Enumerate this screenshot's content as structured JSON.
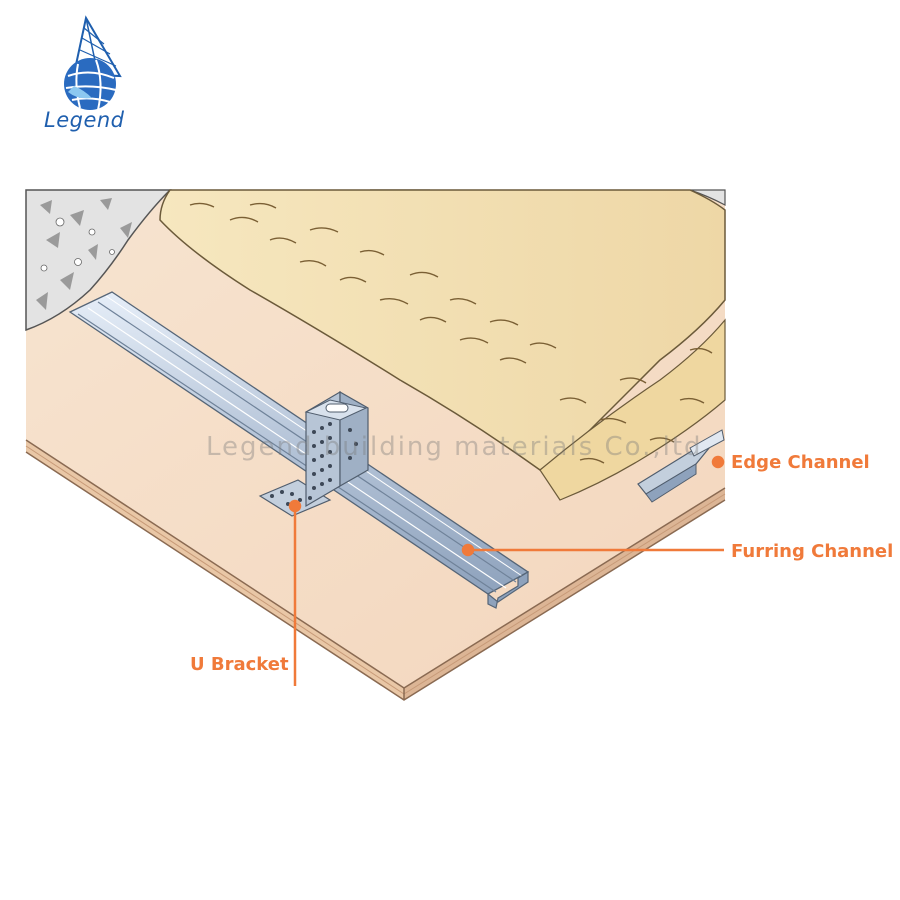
{
  "brand": {
    "name": "Legend",
    "logo_icon": "sailboat-globe-icon",
    "color": "#1f5fae"
  },
  "watermark": "Legend building materials Co.,ltd",
  "labels": {
    "edge_channel": "Edge Channel",
    "furring_channel": "Furring Channel",
    "u_bracket": "U Bracket"
  },
  "colors": {
    "callout": "#f07a3a",
    "board": "#f5dcc4",
    "insulation": "#f3e2b6",
    "concrete": "#e6e6e6",
    "metal": "#aebfd4"
  }
}
